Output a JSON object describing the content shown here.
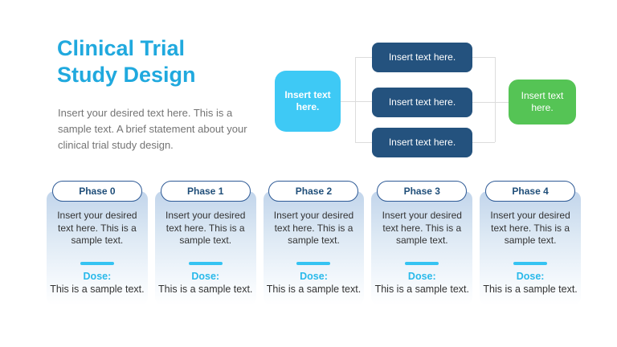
{
  "slide": {
    "title_line1": "Clinical Trial",
    "title_line2": "Study Design",
    "description": "Insert your desired text here. This is a sample text. A brief statement about your clinical trial study design."
  },
  "flowchart": {
    "start_box_label": "Insert text here.",
    "branch_boxes": [
      {
        "label": "Insert text here."
      },
      {
        "label": "Insert text here."
      },
      {
        "label": "Insert text here."
      }
    ],
    "end_box_label": "Insert text here."
  },
  "phases": [
    {
      "name": "Phase 0",
      "body": "Insert your desired text here. This is a sample text.",
      "dose_label": "Dose:",
      "dose_text": "This is a sample text."
    },
    {
      "name": "Phase 1",
      "body": "Insert your desired text here. This is a sample text.",
      "dose_label": "Dose:",
      "dose_text": "This is a sample text."
    },
    {
      "name": "Phase 2",
      "body": "Insert your desired text here. This is a sample text.",
      "dose_label": "Dose:",
      "dose_text": "This is a sample text."
    },
    {
      "name": "Phase 3",
      "body": "Insert your desired text here. This is a sample text.",
      "dose_label": "Dose:",
      "dose_text": "This is a sample text."
    },
    {
      "name": "Phase 4",
      "body": "Insert your desired text here. This is a sample text.",
      "dose_label": "Dose:",
      "dose_text": "This is a sample text."
    }
  ],
  "colors": {
    "title_cyan": "#20A9DE",
    "bright_cyan": "#3EC9F5",
    "accent_cyan": "#29B9EA",
    "navy": "#24527E",
    "green": "#55C455",
    "pill_border": "#2E5A96",
    "pill_text": "#1F4E79",
    "card_gradient_top": "#C2D5EB",
    "connector_gray": "#DCDCDC",
    "body_gray": "#747474"
  }
}
